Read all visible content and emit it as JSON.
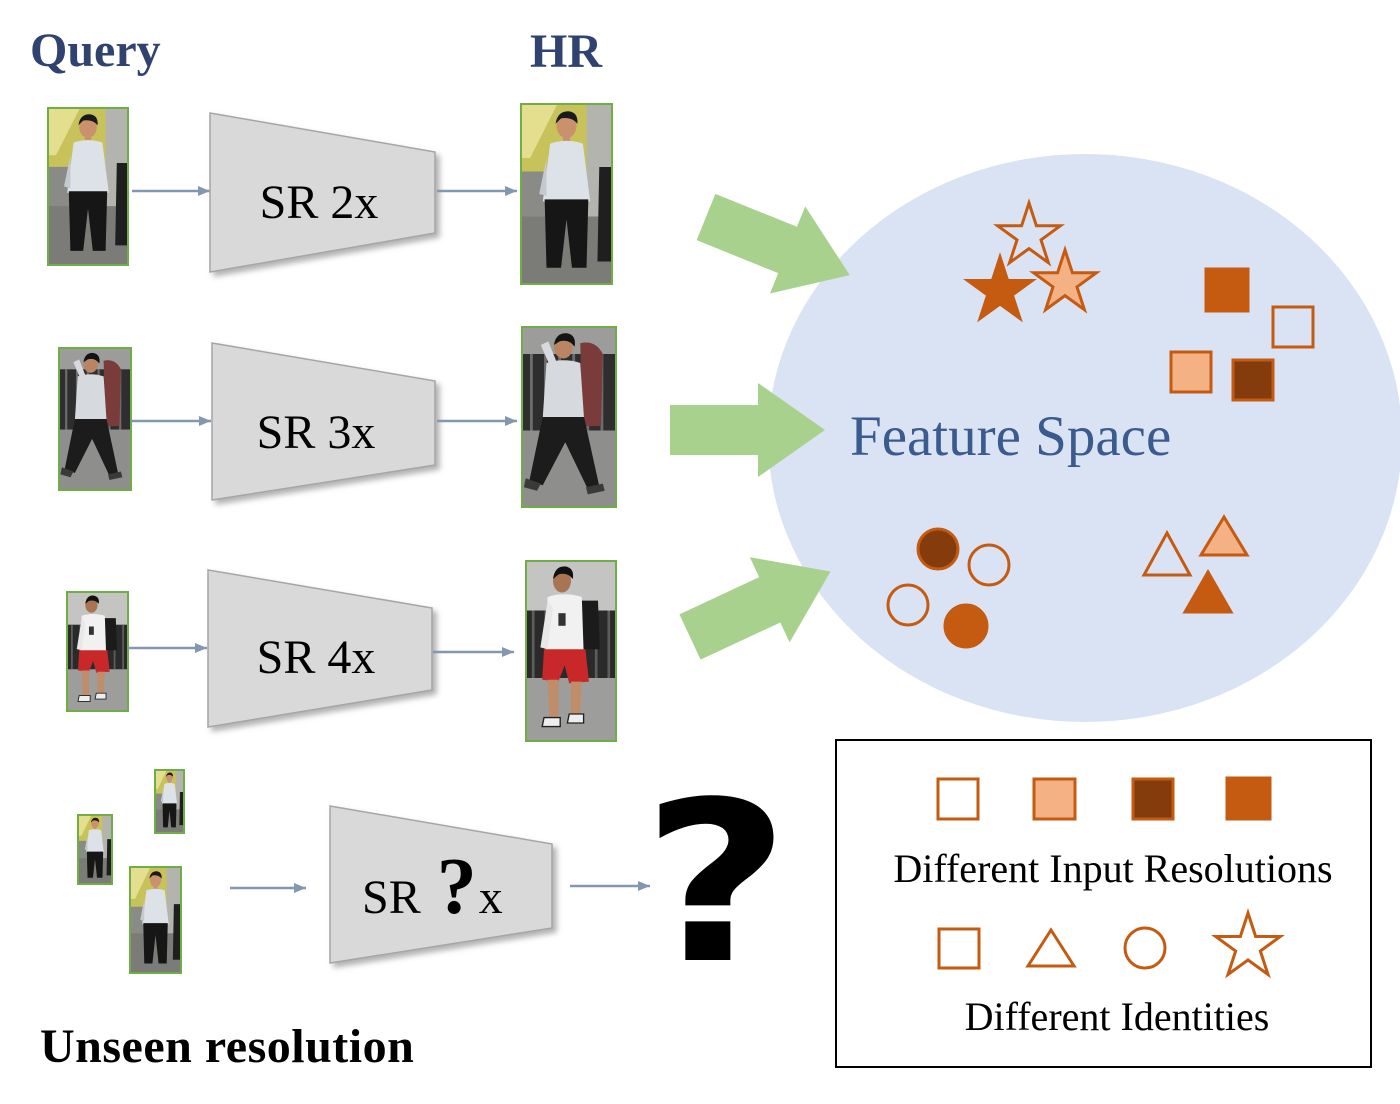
{
  "header": {
    "query_label": "Query",
    "hr_label": "HR"
  },
  "rows": [
    {
      "sr_label": "SR 2x"
    },
    {
      "sr_label": "SR 3x"
    },
    {
      "sr_label": "SR 4x"
    }
  ],
  "unseen": {
    "sr_prefix": "SR",
    "sr_mark": "?",
    "sr_suffix": "x",
    "output_mark": "?",
    "caption": "Unseen resolution"
  },
  "feature_space": {
    "label": "Feature Space"
  },
  "legend": {
    "resolutions_label": "Different Input Resolutions",
    "identities_label": "Different Identities",
    "resolution_markers": [
      "square-outline",
      "square-light",
      "square-dark",
      "square-filled"
    ],
    "identity_markers": [
      "square-icon",
      "triangle-icon",
      "circle-icon",
      "star-icon"
    ]
  },
  "colors": {
    "title_blue": "#2F4270",
    "feature_text": "#3B5A8E",
    "marker_orange": "#C55A11",
    "marker_light": "#F4B183",
    "marker_dark": "#843C0C",
    "feature_bg": "#DAE3F3",
    "flow_arrow": "#A9D18E",
    "connector": "#8497B0",
    "module_fill": "#D9D9D9",
    "photo_border": "#70AD47"
  }
}
